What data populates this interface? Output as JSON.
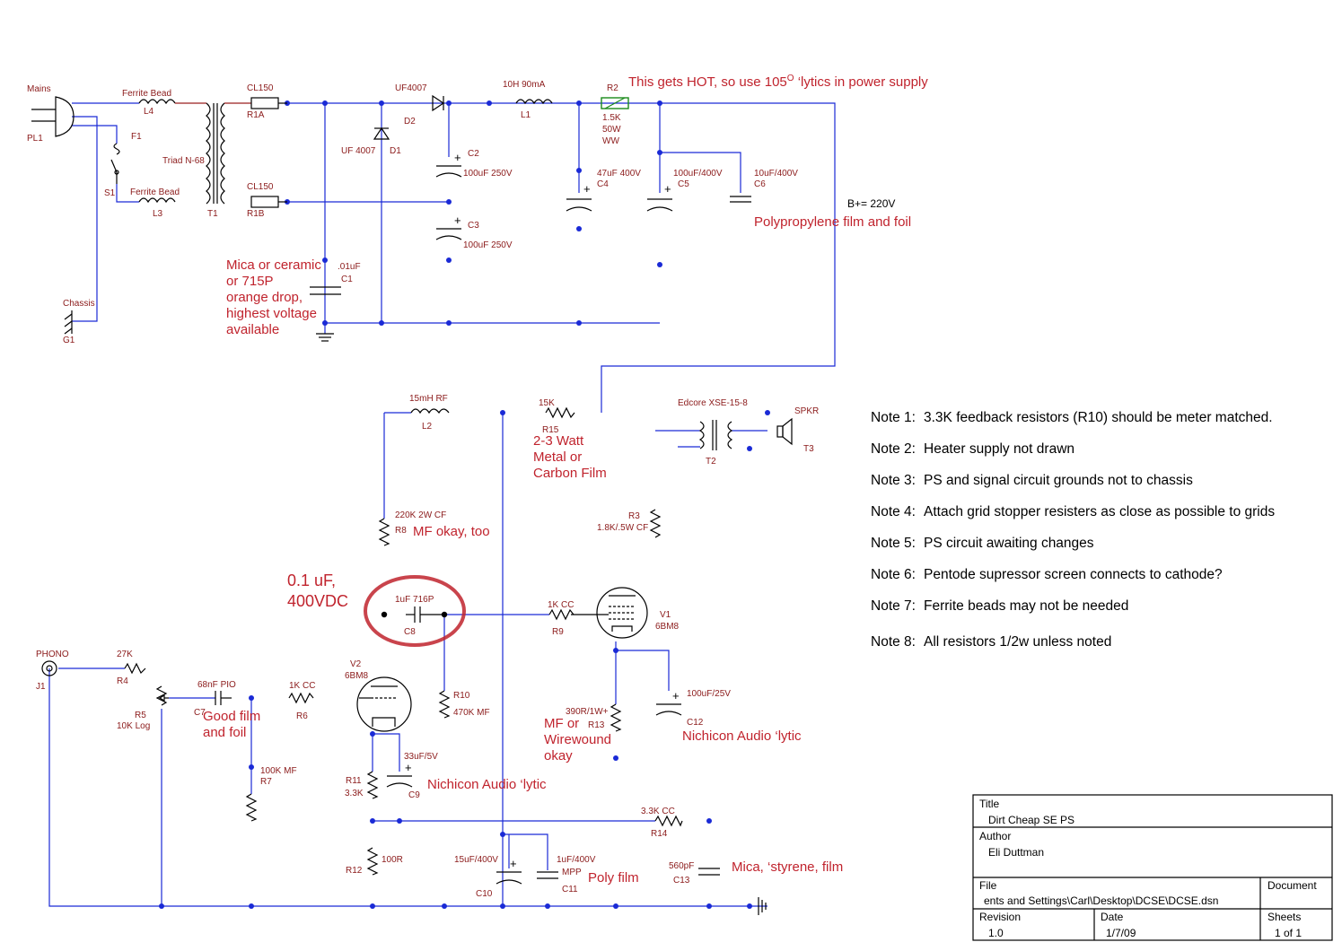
{
  "power_supply": {
    "mains_label": "Mains",
    "pl1": "PL1",
    "l4_type": "Ferrite Bead",
    "l4": "L4",
    "l3_type": "Ferrite Bead",
    "l3": "L3",
    "f1": "F1",
    "s1": "S1",
    "transformer": "Triad N-68",
    "t1": "T1",
    "r1a_type": "CL150",
    "r1a": "R1A",
    "r1b_type": "CL150",
    "r1b": "R1B",
    "d2_type": "UF4007",
    "d2": "D2",
    "d1_type": "UF 4007",
    "d1": "D1",
    "c2": "C2",
    "c2_value": "100uF 250V",
    "c3": "C3",
    "c3_value": "100uF 250V",
    "l1_value": "10H 90mA",
    "l1": "L1",
    "r2": "R2",
    "r2_value": "1.5K",
    "r2_power": "50W",
    "r2_type": "WW",
    "c4_value": "47uF 400V",
    "c4": "C4",
    "c5_value": "100uF/400V",
    "c5": "C5",
    "c6_value": "10uF/400V",
    "c6": "C6",
    "bplus": "B+= 220V",
    "c1_value": ".01uF",
    "c1": "C1",
    "chassis": "Chassis",
    "g1": "G1"
  },
  "amp": {
    "l2_value": "15mH RF",
    "l2": "L2",
    "r15_value": "15K",
    "r15": "R15",
    "t2_type": "Edcore XSE-15-8",
    "t2": "T2",
    "spkr": "SPKR",
    "t3": "T3",
    "r8_value": "220K 2W CF",
    "r8": "R8",
    "r3": "R3",
    "r3_value": "1.8K/.5W CF",
    "c8_value": "1uF 716P",
    "c8": "C8",
    "r9_value": "1K CC",
    "r9": "R9",
    "v1": "V1",
    "v1_type": "6BM8",
    "phono": "PHONO",
    "j1": "J1",
    "r4_value": "27K",
    "r4": "R4",
    "r5": "R5",
    "r5_value": "10K Log",
    "c7_value": "68nF PIO",
    "c7": "C7",
    "r6_value": "1K CC",
    "r6": "R6",
    "v2": "V2",
    "v2_type": "6BM8",
    "r10": "R10",
    "r10_value": "470K MF",
    "c12_value": "100uF/25V",
    "c12": "C12",
    "r13_value": "390R/1W+",
    "r13": "R13",
    "r7_value": "100K MF",
    "r7": "R7",
    "c9_value": "33uF/5V",
    "c9": "C9",
    "r11": "R11",
    "r11_value": "3.3K",
    "r14_value": "3.3K CC",
    "r14": "R14",
    "c10_value": "15uF/400V",
    "c10": "C10",
    "c11_value": "1uF/400V",
    "c11_type": "MPP",
    "c11": "C11",
    "c13_value": "560pF",
    "c13": "C13",
    "r12_value": "100R",
    "r12": "R12"
  },
  "annotations": {
    "hot": "This gets HOT, so use 105",
    "hot_sup": "O",
    "hot_rest": " ‘lytics in power supply",
    "polyprop": "Polypropylene film and foil",
    "mica_lines": [
      "Mica or ceramic",
      "or 715P",
      "orange drop,",
      "highest voltage",
      "available"
    ],
    "watt_lines": [
      "2-3 Watt",
      "Metal or",
      "Carbon Film"
    ],
    "mf_okay": "MF okay, too",
    "c8_lines": [
      "0.1 uF,",
      "400VDC"
    ],
    "good_film_lines": [
      "Good film",
      "and foil"
    ],
    "mf_or_lines": [
      "MF or",
      "Wirewound",
      "okay"
    ],
    "nichicon1": "Nichicon Audio ‘lytic",
    "nichicon2": "Nichicon Audio ‘lytic",
    "poly_film": "Poly film",
    "mica_styrene": "Mica, ‘styrene, film"
  },
  "notes": [
    {
      "n": "Note 1:",
      "t": "3.3K feedback resistors (R10) should be meter matched."
    },
    {
      "n": "Note 2:",
      "t": "Heater supply not drawn"
    },
    {
      "n": "Note 3:",
      "t": "PS and signal  circuit grounds not to chassis"
    },
    {
      "n": "Note 4:",
      "t": "Attach grid stopper resisters as close as possible to grids"
    },
    {
      "n": "Note 5:",
      "t": "PS circuit awaiting changes"
    },
    {
      "n": "Note 6:",
      "t": "Pentode supressor screen connects to cathode?"
    },
    {
      "n": "Note 7:",
      "t": "Ferrite beads may not be needed"
    },
    {
      "n": "Note 8:",
      "t": "All resistors 1/2w unless noted"
    }
  ],
  "title_block": {
    "title_label": "Title",
    "title": "Dirt Cheap SE PS",
    "author_label": "Author",
    "author": "Eli Duttman",
    "file_label": "File",
    "file": "ents and Settings\\Carl\\Desktop\\DCSE\\DCSE.dsn",
    "document_label": "Document",
    "revision_label": "Revision",
    "revision": "1.0",
    "date_label": "Date",
    "date": "1/7/09",
    "sheets_label": "Sheets",
    "sheets": "1 of 1"
  },
  "colors": {
    "wire": "#1a2ad6",
    "component": "#9a1f1f",
    "annotation": "#c0232d"
  }
}
